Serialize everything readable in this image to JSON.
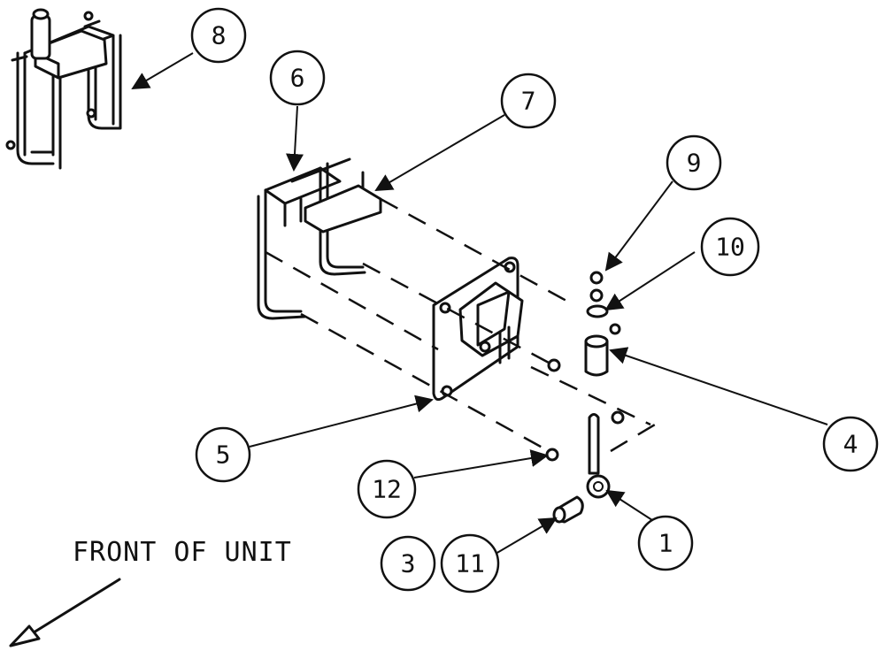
{
  "callouts": {
    "c1": "1",
    "c3": "3",
    "c4": "4",
    "c5": "5",
    "c6": "6",
    "c7": "7",
    "c8": "8",
    "c9": "9",
    "c10": "10",
    "c11": "11",
    "c12": "12"
  },
  "front_label": "FRONT OF UNIT"
}
